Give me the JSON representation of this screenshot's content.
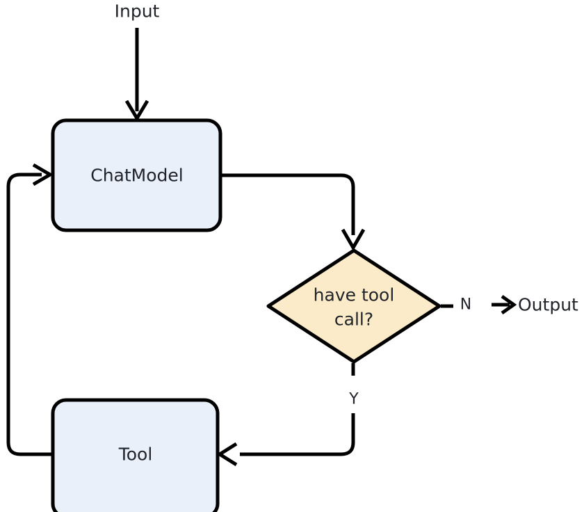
{
  "diagram": {
    "title": "agent-loop-flowchart",
    "background_color": "#ffffff",
    "stroke_color": "#000000",
    "text_color": "#20232a",
    "nodes": {
      "input": {
        "label": "Input",
        "type": "terminal"
      },
      "chatmodel": {
        "label": "ChatModel",
        "type": "process",
        "fill": "#eaf0fa"
      },
      "decision": {
        "label_line1": "have tool",
        "label_line2": "call?",
        "type": "decision",
        "fill": "#fcebc8"
      },
      "tool": {
        "label": "Tool",
        "type": "process",
        "fill": "#eaf0fa"
      },
      "output": {
        "label": "Output",
        "type": "terminal"
      }
    },
    "edges": {
      "input_to_chatmodel": {
        "label": ""
      },
      "chatmodel_to_decision": {
        "label": ""
      },
      "decision_to_output": {
        "label": "N"
      },
      "decision_to_tool": {
        "label": "Y"
      },
      "tool_to_chatmodel": {
        "label": ""
      }
    }
  }
}
